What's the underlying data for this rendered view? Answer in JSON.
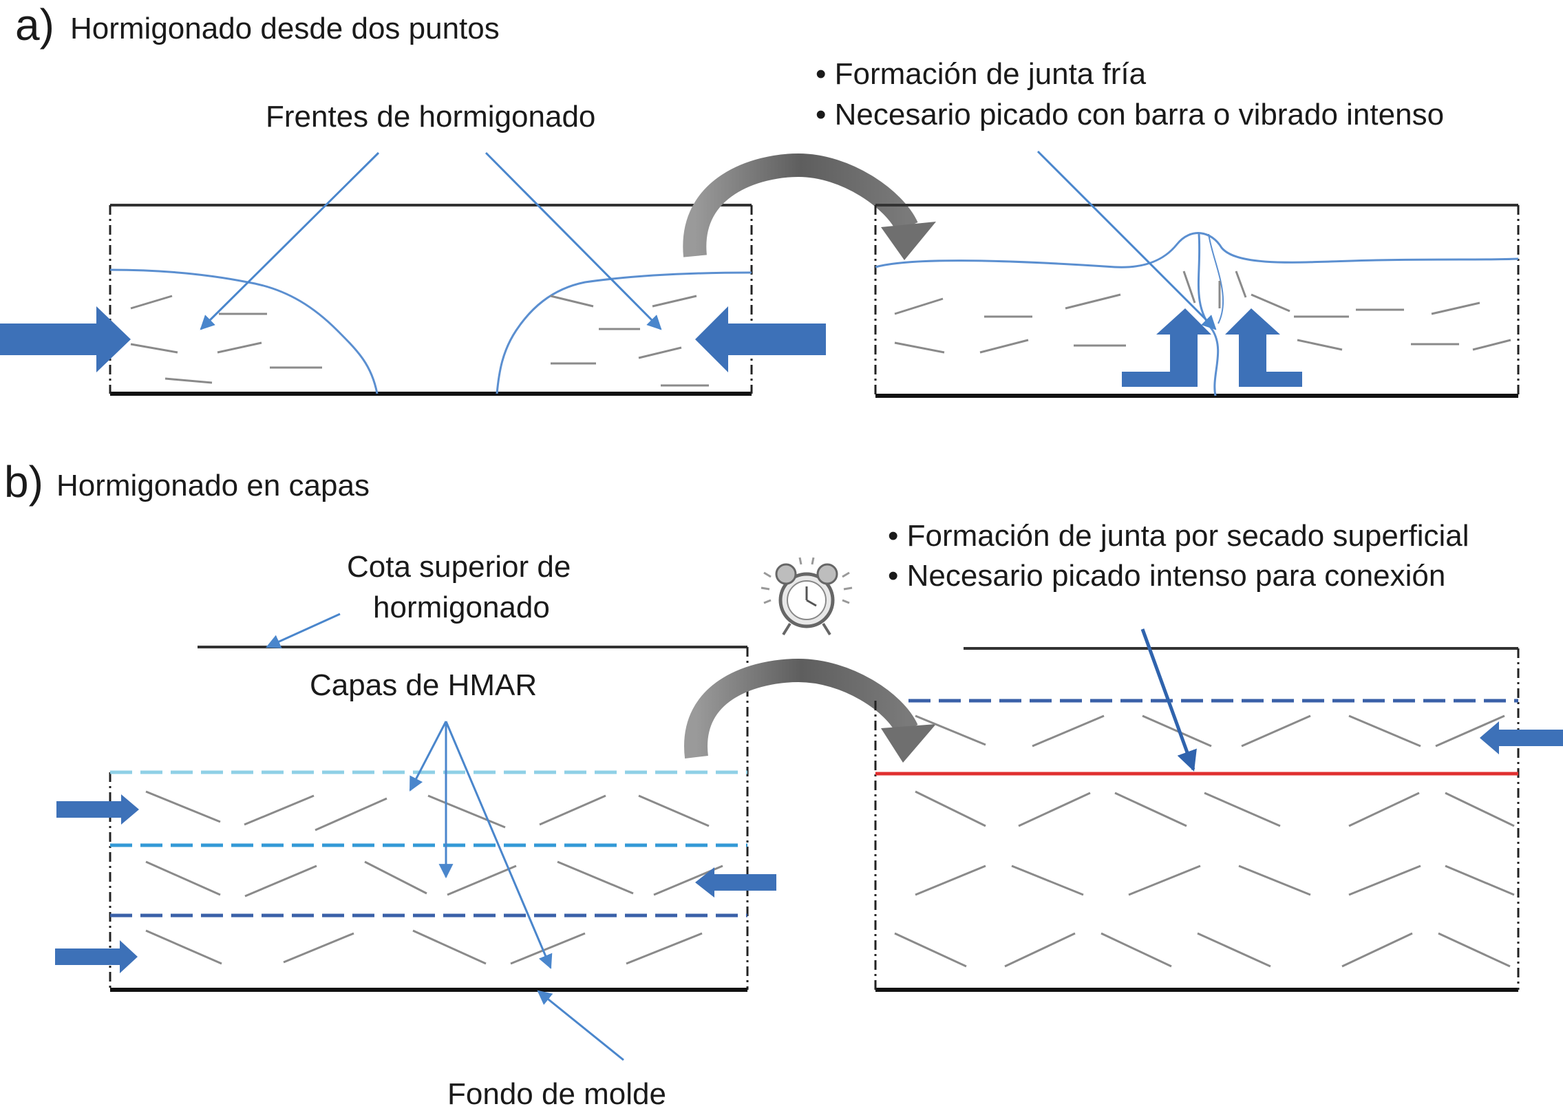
{
  "panel_a": {
    "letter": "a)",
    "title": "Hormigonado desde dos puntos",
    "label_fronts": "Frentes de hormigonado",
    "bullet_1": "• Formación de junta fría",
    "bullet_2": "• Necesario picado con barra o vibrado intenso"
  },
  "panel_b": {
    "letter": "b)",
    "title": "Hormigonado en capas",
    "label_top_line1": "Cota superior de",
    "label_top_line2": "hormigonado",
    "label_layers": "Capas de HMAR",
    "label_bottom": "Fondo de molde",
    "bullet_1": "• Formación de junta por secado superficial",
    "bullet_2": "• Necesario picado intenso para conexión"
  },
  "colors": {
    "flow_arrow": "#3d71b8",
    "pointer": "#4a86cc",
    "front": "#5b8fd0",
    "aggregate": "#8a8a8a",
    "layer_top": "#8fd0e6",
    "layer_mid": "#3399d6",
    "layer_low": "#3a60a8",
    "cold_joint": "#e03030",
    "curved_arrow": "#6f6f6f"
  }
}
